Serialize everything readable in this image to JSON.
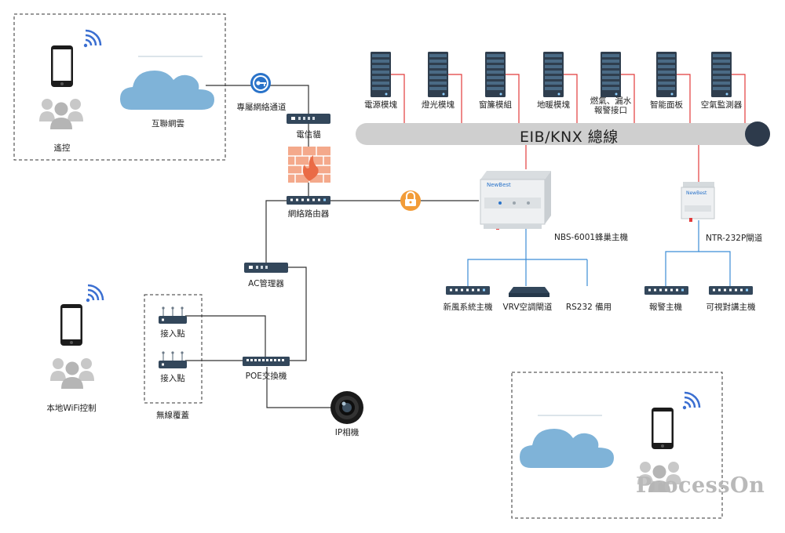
{
  "labels": {
    "remote": "遙控",
    "internet_cloud": "互聯網雲",
    "vpn": "專屬網絡通道",
    "modem": "電信貓",
    "router": "網絡路由器",
    "ac_manager": "AC管理器",
    "ap1": "接入點",
    "ap2": "接入點",
    "wireless": "無線覆蓋",
    "poe": "POE交換機",
    "camera": "IP相機",
    "local_wifi": "本地WiFi控制",
    "bus": "EIB/KNX 總線",
    "power_module": "電源模塊",
    "dimmer_module": "燈光模塊",
    "curtain_module": "窗簾模組",
    "floor_heat": "地暖模塊",
    "gas_alarm": "燃氣、漏水\n報警接口",
    "smart_panel": "智能面板",
    "air_monitor": "空氣監測器",
    "nbs_host": "NBS-6001蜂巢主機",
    "ntr_gateway": "NTR-232P閘道",
    "fresh_air": "新風系統主機",
    "vrv": "VRV空調閘道",
    "rs232": "RS232 備用",
    "alarm_host": "報警主機",
    "intercom": "可視對講主機",
    "nbs_brand": "NewBest",
    "ntr_brand": "NewBest",
    "watermark": "ProcessOn"
  },
  "colors": {
    "red_line": "#e23b3b",
    "blue_line": "#3c8dd6",
    "cloud": "#7fb3d8",
    "device_dark": "#33475b",
    "bus": "#cfcfcf",
    "firewall": "#f4a98b",
    "lock": "#f29c38",
    "wifi_signal": "#3b6fd1",
    "people": "#c8c8c8"
  }
}
